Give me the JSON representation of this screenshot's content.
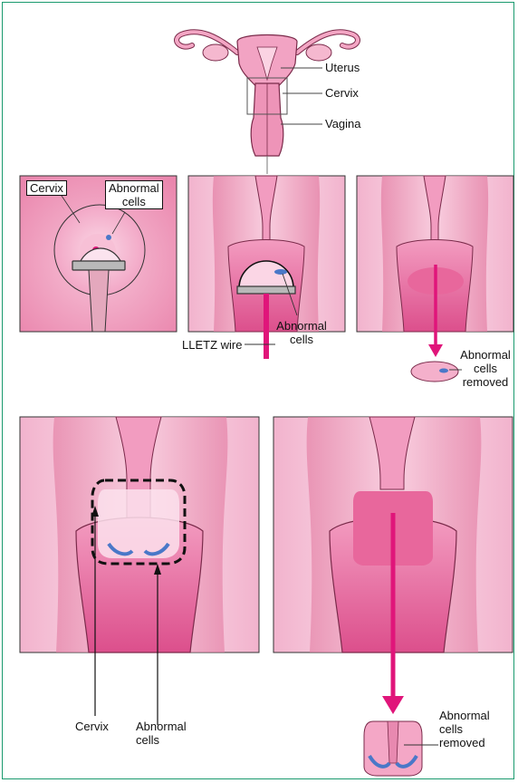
{
  "labels": {
    "uterus": "Uterus",
    "cervix_top": "Cervix",
    "vagina": "Vagina",
    "cervix_box": "Cervix",
    "abnormal_box_1": "Abnormal",
    "abnormal_box_2": "cells",
    "lletz_wire": "LLETZ wire",
    "abnormal_mid_1": "Abnormal",
    "abnormal_mid_2": "cells",
    "removed_small_1": "Abnormal",
    "removed_small_2": "cells",
    "removed_small_3": "removed",
    "cervix_bottom": "Cervix",
    "abnormal_bottom_1": "Abnormal",
    "abnormal_bottom_2": "cells",
    "removed_big_1": "Abnormal",
    "removed_big_2": "cells",
    "removed_big_3": "removed"
  },
  "colors": {
    "frame": "#1a9a6e",
    "tissue_light": "#f6c9dc",
    "tissue_mid": "#ee9fc0",
    "tissue_dark": "#d9558f",
    "arrow": "#e0157a",
    "abnormal": "#4a78c8"
  }
}
